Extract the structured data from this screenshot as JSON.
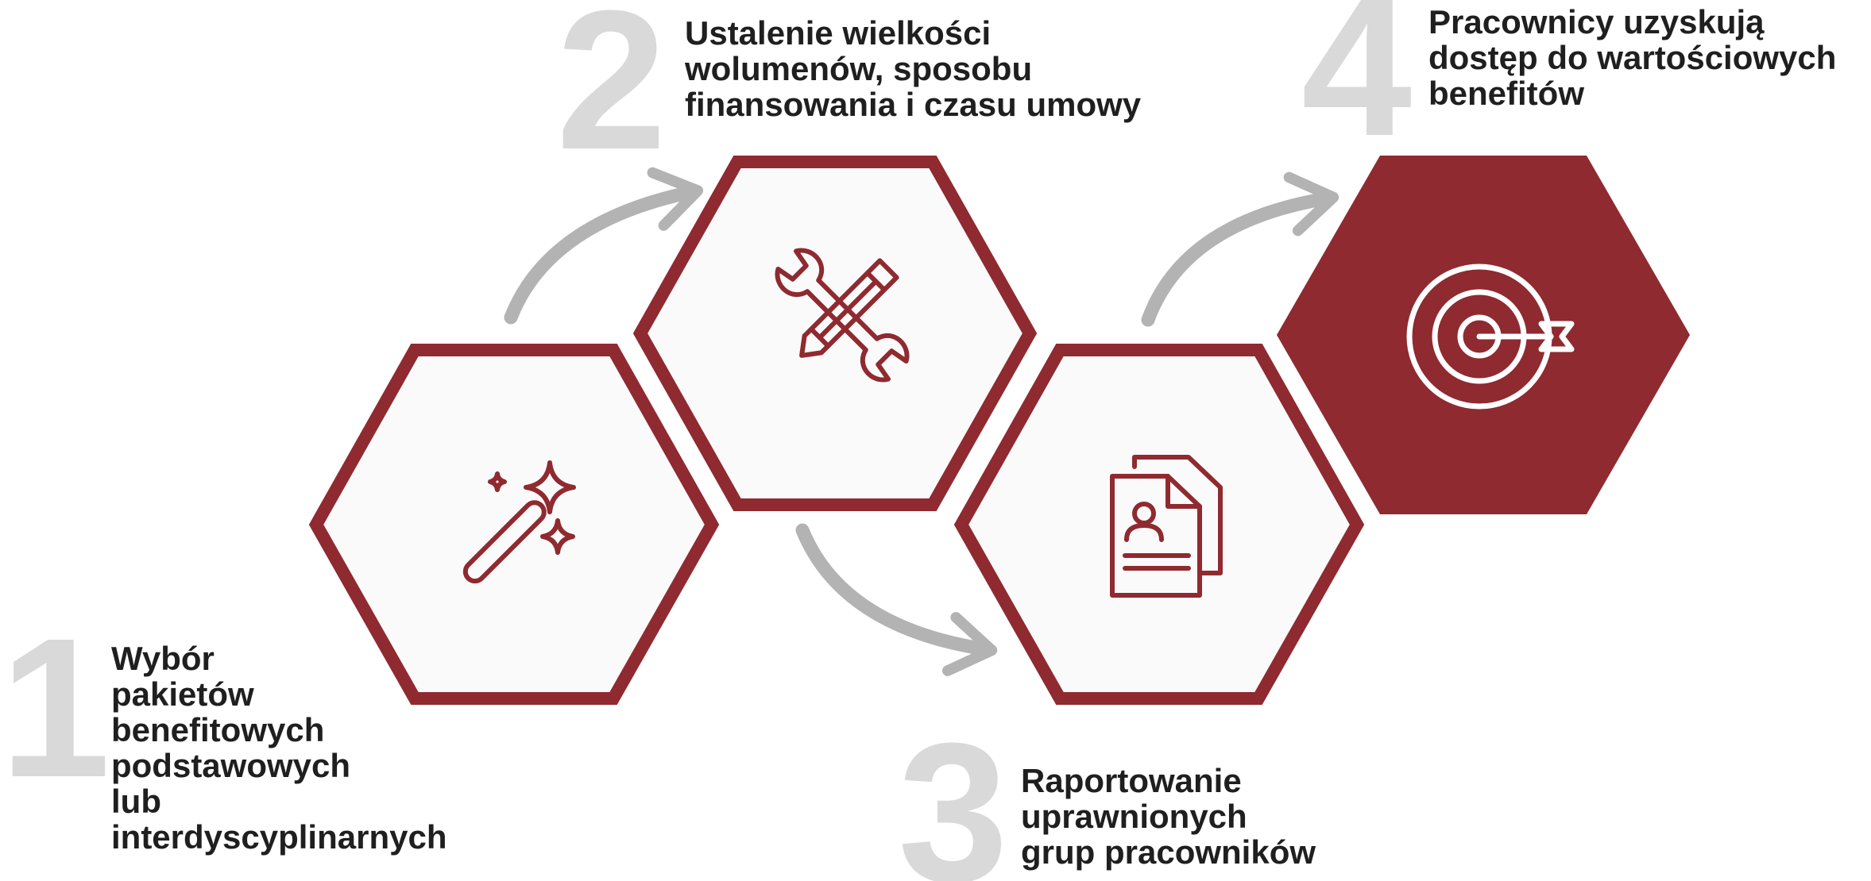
{
  "colors": {
    "accent": "#8f2a30",
    "number": "#d9d9d9",
    "arrow": "#b3b3b3",
    "hex_fill": "#fafafa",
    "text": "#1f1f1f"
  },
  "steps": [
    {
      "number": "1",
      "icon": "magic-wand-icon",
      "filled": false,
      "lines": [
        "Wybór",
        "pakietów",
        "benefitowych",
        "podstawowych",
        "lub",
        "interdyscyplinarnych"
      ]
    },
    {
      "number": "2",
      "icon": "tools-icon",
      "filled": false,
      "lines": [
        "Ustalenie wielkości",
        "wolumenów, sposobu",
        "finansowania i czasu umowy"
      ]
    },
    {
      "number": "3",
      "icon": "documents-icon",
      "filled": false,
      "lines": [
        "Raportowanie",
        "uprawnionych",
        "grup pracowników"
      ]
    },
    {
      "number": "4",
      "icon": "target-icon",
      "filled": true,
      "lines": [
        "Pracownicy uzyskują",
        "dostęp do wartościowych",
        "benefitów"
      ]
    }
  ]
}
